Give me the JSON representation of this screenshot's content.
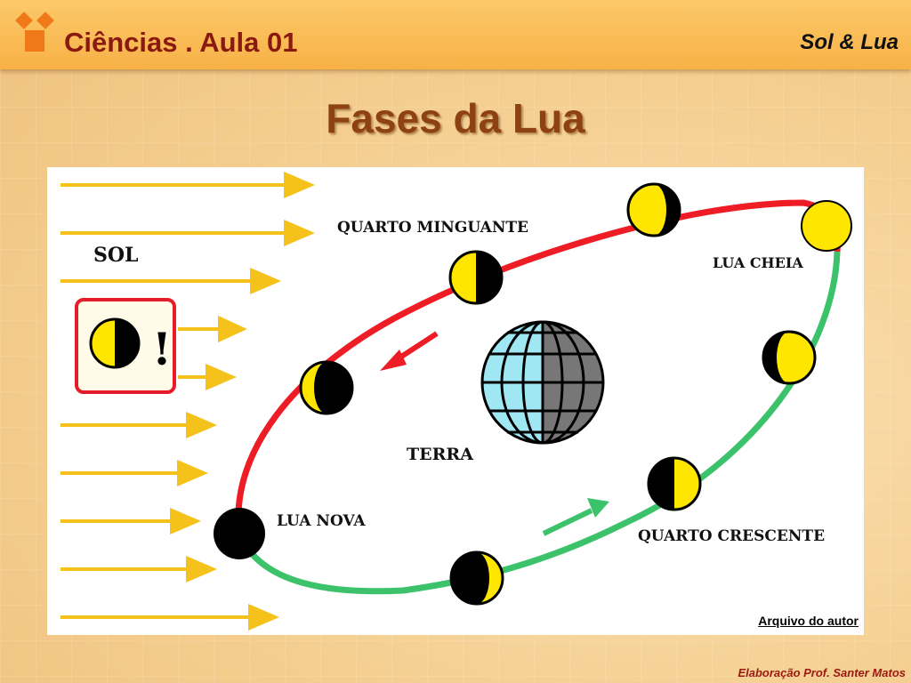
{
  "header": {
    "course_title": "Ciências . Aula 01",
    "topic": "Sol & Lua"
  },
  "slide": {
    "title": "Fases da Lua"
  },
  "diagram": {
    "labels": {
      "sun": "SOL",
      "earth": "TERRA",
      "last_quarter": "QUARTO MINGUANTE",
      "full_moon": "LUA CHEIA",
      "new_moon": "LUA NOVA",
      "first_quarter": "QUARTO CRESCENTE"
    },
    "warning_mark": "!",
    "credit": "Arquivo do autor"
  },
  "footer": {
    "author": "Elaboração Prof. Santer Matos"
  },
  "colors": {
    "orbit_waning": "#ee1c24",
    "orbit_waxing": "#3cc26a",
    "moon_lit": "#ffe600",
    "sunray": "#f4c21a",
    "title": "#8e4214",
    "header": "#f8b146"
  }
}
